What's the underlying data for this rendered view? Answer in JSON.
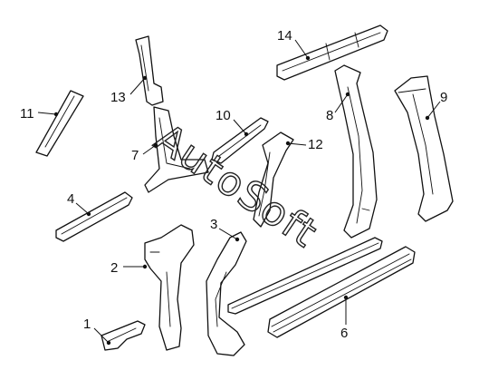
{
  "diagram": {
    "labels": [
      {
        "id": "1",
        "text": "1"
      },
      {
        "id": "2",
        "text": "2"
      },
      {
        "id": "3",
        "text": "3"
      },
      {
        "id": "4",
        "text": "4"
      },
      {
        "id": "6",
        "text": "6"
      },
      {
        "id": "7",
        "text": "7"
      },
      {
        "id": "8",
        "text": "8"
      },
      {
        "id": "9",
        "text": "9"
      },
      {
        "id": "10",
        "text": "10"
      },
      {
        "id": "11",
        "text": "11"
      },
      {
        "id": "12",
        "text": "12"
      },
      {
        "id": "13",
        "text": "13"
      },
      {
        "id": "14",
        "text": "14"
      }
    ],
    "watermark": "AutoSoft"
  }
}
